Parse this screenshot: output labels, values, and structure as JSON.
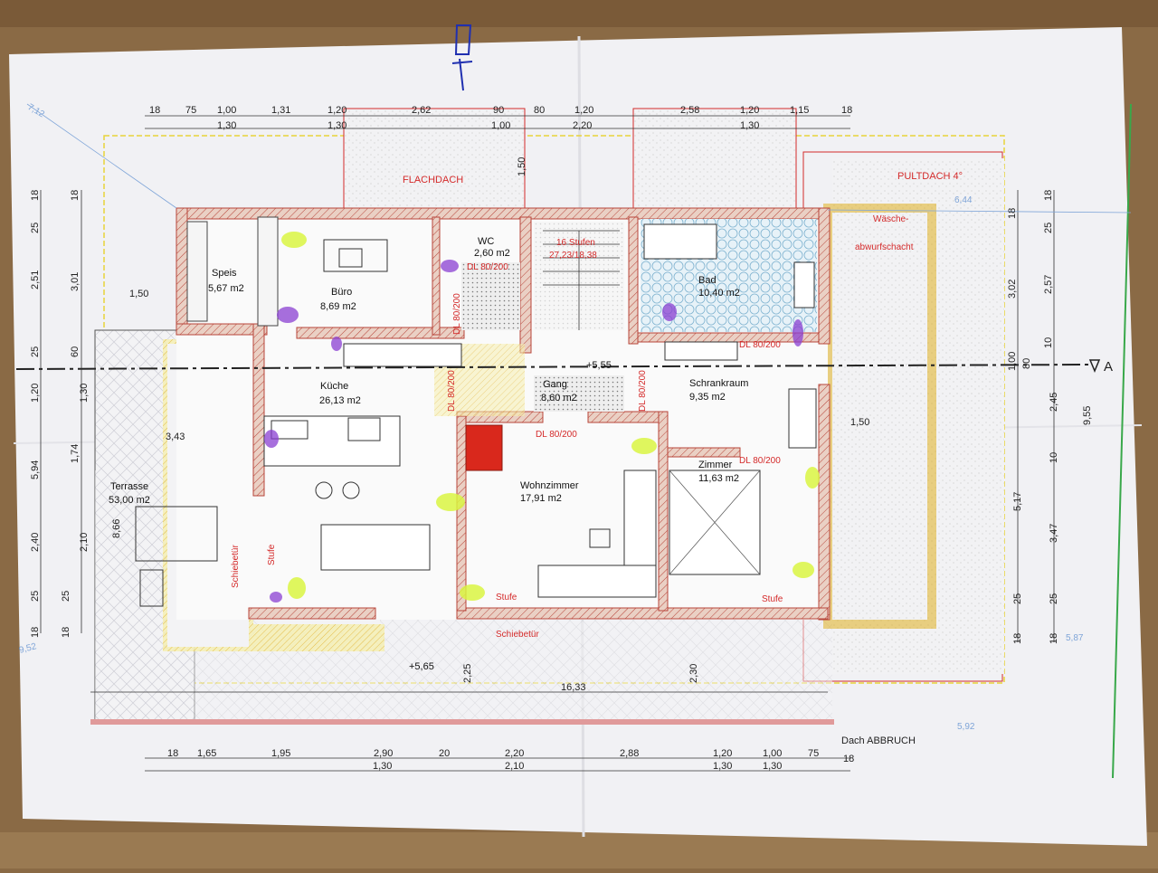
{
  "colors": {
    "table": "#8a6a45",
    "paper": "#f2f2f4",
    "wall_fill": "#e9c9bd",
    "wall_stroke": "#b8453a",
    "red_label": "#d42a2a",
    "yellow_line": "#e8d43a",
    "highlighter_green": "#d9f542",
    "highlighter_purple": "#8a3fd1",
    "tile_blue": "#cfe6f2",
    "chimney": "#d9281c"
  },
  "roof": {
    "flachdach": "FLACHDACH",
    "pultdach": "PULTDACH 4°",
    "dach_abbruch": "Dach ABBRUCH"
  },
  "rooms": {
    "speis": {
      "name": "Speis",
      "area": "5,67 m2"
    },
    "buero": {
      "name": "Büro",
      "area": "8,69 m2"
    },
    "wc": {
      "name": "WC",
      "area": "2,60 m2"
    },
    "bad": {
      "name": "Bad",
      "area": "10,40 m2"
    },
    "kueche": {
      "name": "Küche",
      "area": "26,13 m2"
    },
    "gang": {
      "name": "Gang",
      "area": "8,60 m2"
    },
    "schrankraum": {
      "name": "Schrankraum",
      "area": "9,35 m2"
    },
    "terrasse": {
      "name": "Terrasse",
      "area": "53,00 m2"
    },
    "wohnzimmer": {
      "name": "Wohnzimmer",
      "area": "17,91 m2"
    },
    "zimmer": {
      "name": "Zimmer",
      "area": "11,63 m2"
    }
  },
  "annotations": {
    "stairs_line1": "16 Stufen",
    "stairs_line2": "27,23/18,38",
    "waesche_line1": "Wäsche-",
    "waesche_line2": "abwurfschacht",
    "door_wc": "DL 80/200",
    "door_buero": "DL 80/200",
    "door_gang_left": "DL 80/200",
    "door_gang_right": "DL 80/200",
    "door_wohn": "DL 80/200",
    "door_bad": "DL 80/200",
    "door_zimmer": "DL 80/200",
    "schiebetuer_kueche": "Schiebetür",
    "schiebetuer_wohn": "Schiebetür",
    "stufe_kueche": "Stufe",
    "stufe_wohn": "Stufe",
    "stufe_zimmer": "Stufe",
    "level_gang": "+5,55",
    "level_terrasse": "+5,65",
    "section_mark": "A",
    "blue_note": "1,50"
  },
  "dims_top_row1": [
    "18",
    "75",
    "1,00",
    "1,31",
    "1,20",
    "2,62",
    "90",
    "80",
    "1,20",
    "2,58",
    "1,20",
    "1,15",
    "18"
  ],
  "dims_top_row2": [
    "1,30",
    "1,30",
    "1,00",
    "2,20",
    "1,30"
  ],
  "dims_bottom_row1": [
    "18",
    "1,65",
    "1,95",
    "2,90",
    "20",
    "2,20",
    "2,88",
    "1,20",
    "1,00",
    "75",
    "18"
  ],
  "dims_bottom_row2": [
    "1,30",
    "2,10",
    "1,30",
    "1,30"
  ],
  "dims_left_outer": [
    "18",
    "25",
    "2,51",
    "25",
    "1,20",
    "5,94",
    "2,40",
    "25",
    "18"
  ],
  "dims_left_inner": [
    "18",
    "3,01",
    "60",
    "1,30",
    "1,74",
    "8,66",
    "2,10",
    "25",
    "18"
  ],
  "dims_right_inner": [
    "18",
    "3,02",
    "1,00",
    "2,45",
    "10",
    "3,47",
    "25",
    "18"
  ],
  "dims_right_outer": [
    "18",
    "25",
    "2,57",
    "10",
    "80",
    "9,55",
    "5,17",
    "25",
    "18"
  ],
  "dims_misc": {
    "kueche_150": "1,50",
    "terrasse_343": "3,43",
    "schrank_150": "1,50",
    "total_1633": "16,33",
    "v_225": "2,25",
    "v_230": "2,30",
    "blue_712": "7,12",
    "blue_644": "6,44",
    "blue_952": "9,52",
    "blue_587": "5,87",
    "blue_592": "5,92"
  }
}
